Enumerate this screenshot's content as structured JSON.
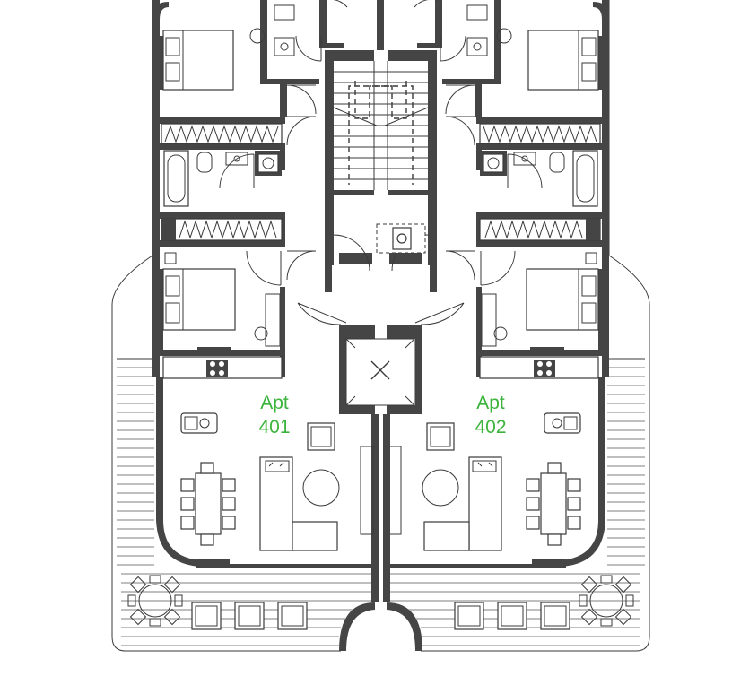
{
  "colors": {
    "wall": "#454545",
    "line": "#3a3a3a",
    "label": "#3cb43c",
    "background": "#ffffff"
  },
  "apartments": [
    {
      "line1": "Apt",
      "line2": "401"
    },
    {
      "line1": "Apt",
      "line2": "402"
    }
  ]
}
